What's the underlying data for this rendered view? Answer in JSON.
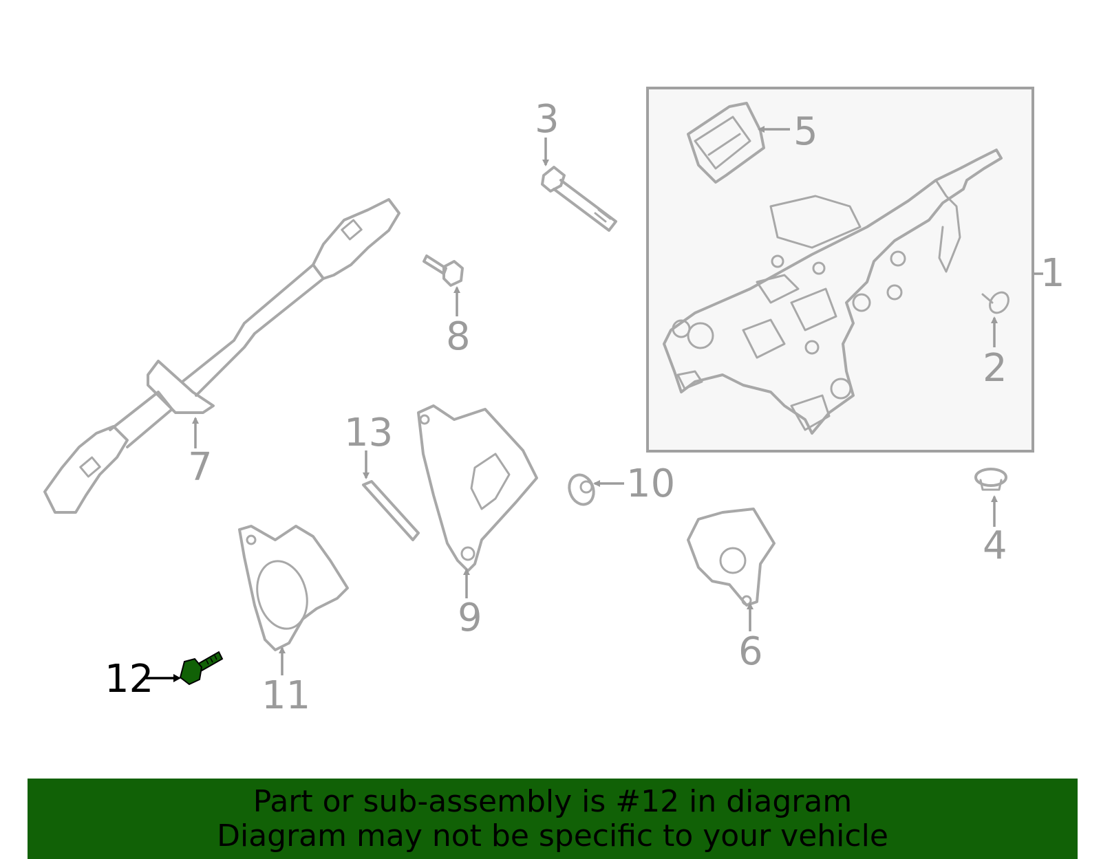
{
  "callouts": [
    {
      "id": "1",
      "text": "1"
    },
    {
      "id": "2",
      "text": "2"
    },
    {
      "id": "3",
      "text": "3"
    },
    {
      "id": "4",
      "text": "4"
    },
    {
      "id": "5",
      "text": "5"
    },
    {
      "id": "6",
      "text": "6"
    },
    {
      "id": "7",
      "text": "7"
    },
    {
      "id": "8",
      "text": "8"
    },
    {
      "id": "9",
      "text": "9"
    },
    {
      "id": "10",
      "text": "10"
    },
    {
      "id": "11",
      "text": "11"
    },
    {
      "id": "12",
      "text": "12"
    },
    {
      "id": "13",
      "text": "13"
    }
  ],
  "highlighted_part": "12",
  "colors": {
    "highlight": "#116106",
    "linework": "#a8a8a8",
    "label": "#9b9b9b",
    "assembly_box_fill": "#f7f7f7"
  },
  "banner": {
    "line1": "Part or sub-assembly is #12 in diagram",
    "line2": "Diagram may not be specific to your vehicle"
  }
}
